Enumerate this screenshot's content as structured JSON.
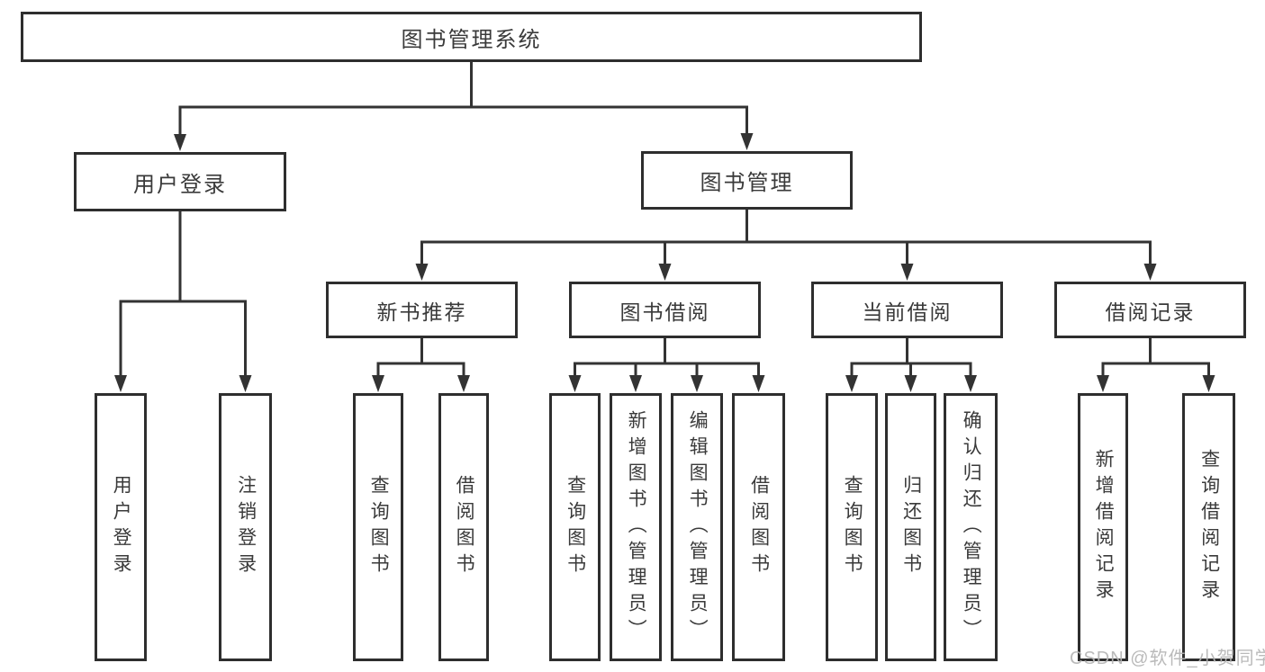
{
  "tree": {
    "label": "图书管理系统",
    "children": [
      {
        "label": "用户登录",
        "children": [
          {
            "label": "用户登录"
          },
          {
            "label": "注销登录"
          }
        ]
      },
      {
        "label": "图书管理",
        "children": [
          {
            "label": "新书推荐",
            "children": [
              {
                "label": "查询图书"
              },
              {
                "label": "借阅图书"
              }
            ]
          },
          {
            "label": "图书借阅",
            "children": [
              {
                "label": "查询图书"
              },
              {
                "label": "新增图书（管理员）"
              },
              {
                "label": "编辑图书（管理员）"
              },
              {
                "label": "借阅图书"
              }
            ]
          },
          {
            "label": "当前借阅",
            "children": [
              {
                "label": "查询图书"
              },
              {
                "label": "归还图书"
              },
              {
                "label": "确认归还（管理员）"
              }
            ]
          },
          {
            "label": "借阅记录",
            "children": [
              {
                "label": "新增借阅记录"
              },
              {
                "label": "查询借阅记录"
              }
            ]
          }
        ]
      }
    ]
  },
  "watermark": {
    "text": "CSDN @软件_小贺同学"
  },
  "colors": {
    "line": "#333333",
    "border": "#2e2e2e",
    "text": "#3a3a3a",
    "watermark": "#b5b5b5",
    "background": "#ffffff"
  }
}
